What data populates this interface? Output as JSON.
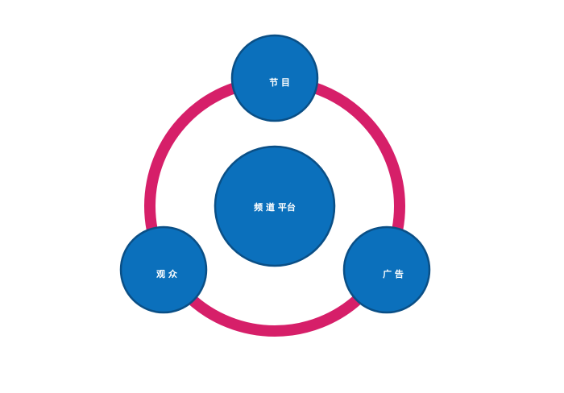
{
  "diagram": {
    "center_label": "频 道 平台",
    "nodes": {
      "top": "节 目",
      "left": "观 众",
      "right": "广 告"
    }
  },
  "colors": {
    "ring": "#d61f69",
    "node_fill": "#0b70bc",
    "node_stroke": "#0a4f86",
    "label": "#ffffff",
    "background": "#ffffff"
  }
}
